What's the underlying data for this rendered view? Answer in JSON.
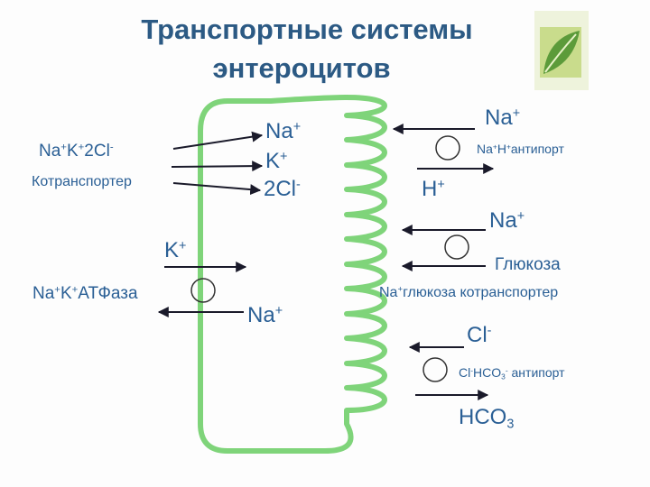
{
  "slide": {
    "title_line1": "Транспортные системы",
    "title_line2": "энтероцитов"
  },
  "labels": {
    "na_k_2cl": {
      "a": "Na",
      "b": "K",
      "c": "2Cl"
    },
    "cotransporter": "Котранспортер",
    "left_na1": "Na",
    "left_k1": "K",
    "left_2cl": "2Cl",
    "k_top": "K",
    "atpase": {
      "a": "Na",
      "b": "K",
      "c": "АТФаза"
    },
    "na_left_low": "Na",
    "right_na1": "Na",
    "antiport1": {
      "a": "Na",
      "b": "H",
      "c": "антипорт"
    },
    "h_plus": "H",
    "right_na2": "Na",
    "glucose": "Глюкоза",
    "glucose_cotr": {
      "a": "Na",
      "b": "глюкоза котранспортер"
    },
    "cl_minus": "Cl",
    "antiport2": {
      "a": "Cl",
      "b": "HCO",
      "c": "3",
      "d": "антипорт"
    },
    "hco3": {
      "a": "HCO",
      "b": "3"
    }
  },
  "symbols": {
    "plus": "+",
    "minus": "-"
  },
  "colors": {
    "title": "#2c5a84",
    "label": "#2a5f95",
    "membrane": "#7fd47a",
    "arrow": "#1a1a2a",
    "circle": "#333333"
  }
}
